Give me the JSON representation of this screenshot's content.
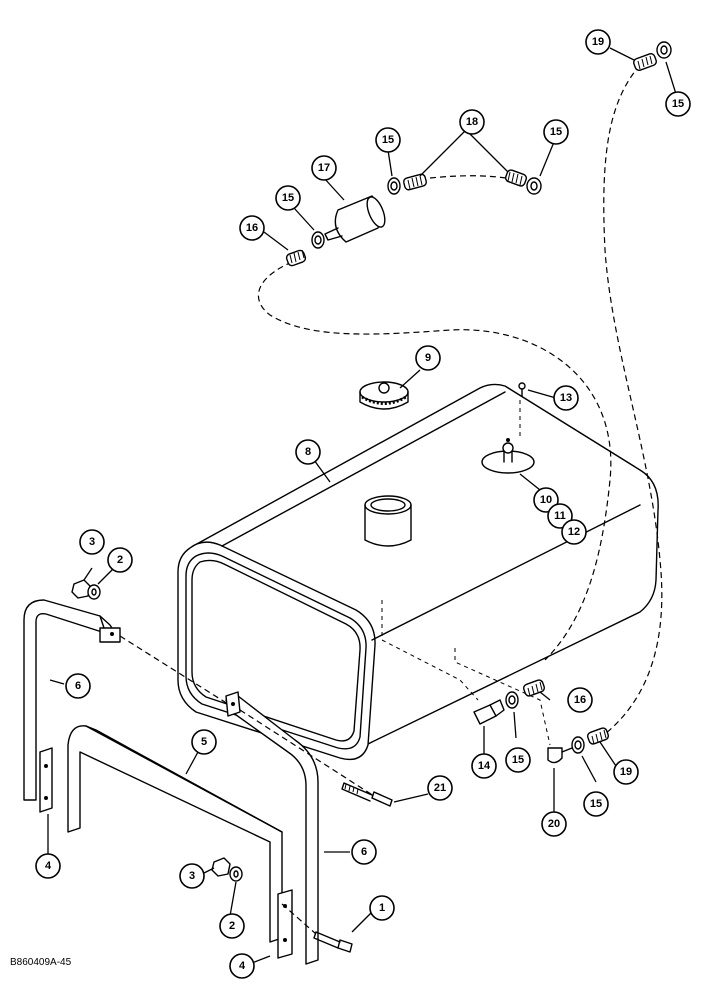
{
  "figure_code": "B860409A-45",
  "callouts": {
    "c1": "1",
    "c2a": "2",
    "c2b": "2",
    "c3a": "3",
    "c3b": "3",
    "c4a": "4",
    "c4b": "4",
    "c5": "5",
    "c6a": "6",
    "c6b": "6",
    "c8": "8",
    "c9": "9",
    "c10": "10",
    "c11": "11",
    "c12": "12",
    "c13": "13",
    "c14": "14",
    "c15a": "15",
    "c15b": "15",
    "c15c": "15",
    "c15d": "15",
    "c15e": "15",
    "c15f": "15",
    "c16a": "16",
    "c16b": "16",
    "c17": "17",
    "c18": "18",
    "c19a": "19",
    "c19b": "19",
    "c20": "20",
    "c21": "21"
  }
}
